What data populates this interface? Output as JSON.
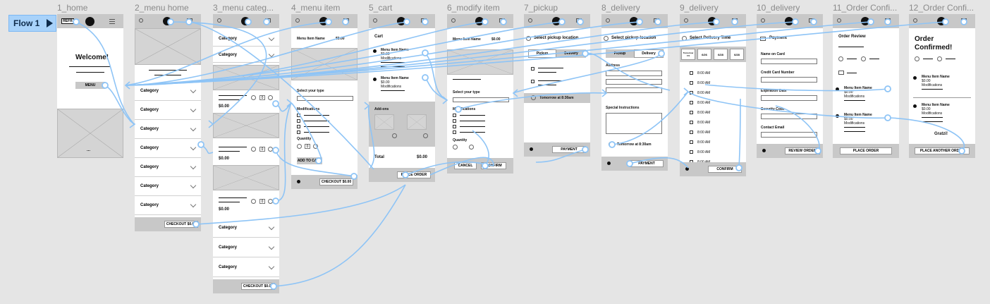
{
  "flow": {
    "label": "Flow 1"
  },
  "frames": [
    {
      "label": "1_home"
    },
    {
      "label": "2_menu home"
    },
    {
      "label": "3_menu categ..."
    },
    {
      "label": "4_menu item"
    },
    {
      "label": "5_cart"
    },
    {
      "label": "6_modify item"
    },
    {
      "label": "7_pickup"
    },
    {
      "label": "8_delivery"
    },
    {
      "label": "9_delivery"
    },
    {
      "label": "10_delivery"
    },
    {
      "label": "11_Order Confi..."
    },
    {
      "label": "12_Order Confi..."
    }
  ],
  "home": {
    "ref": "REFR",
    "welcome": "Welcome!",
    "menu_button": "MENU",
    "more": "..."
  },
  "menu_home": {
    "category": "Category",
    "checkout": "CHECKOUT $0.00"
  },
  "menu_categ": {
    "category": "Category",
    "price": "$0.00",
    "qty": "0",
    "checkout": "CHECKOUT $0.00"
  },
  "menu_item": {
    "item_name": "Menu Item Name",
    "price": "$0.00",
    "select_type": "Select your type",
    "modifications": "Modifications",
    "quantity": "Quantity",
    "qty": "0",
    "add_to_cart": "ADD TO CART",
    "checkout": "CHECKOUT $0.00"
  },
  "cart": {
    "title": "Cart",
    "item_name": "Menu Item Name",
    "price": "$0.00",
    "modifications": "Modifications",
    "addons": "Add-ons",
    "total": "Total",
    "total_value": "$0.00",
    "place_order": "PLACE ORDER"
  },
  "modify_item": {
    "item_name": "Menu Item Name",
    "price": "$0.00",
    "select_type": "Select your type",
    "modifications": "Modifications",
    "quantity": "Quantity",
    "cancel": "CANCEL",
    "confirm": "CONFIRM"
  },
  "pickup": {
    "title": "Select pickup location",
    "tab_pickup": "Pickup",
    "tab_delivery": "Delivery",
    "time": "Tomorrow at 8:30am",
    "payment": "PAYMENT"
  },
  "delivery8": {
    "title": "Select pickup location",
    "tab_pickup": "Pickup",
    "tab_delivery": "Delivery",
    "address": "Address",
    "special": "Special Instructions",
    "time": "Tomorrow at 8:30am",
    "payment": "PAYMENT"
  },
  "delivery9": {
    "title": "Select Delivery Time",
    "days": [
      "Tomorrow 7/4",
      "6/26",
      "6/28",
      "6/28"
    ],
    "times": [
      "8:00 AM",
      "8:00 AM",
      "8:00 AM",
      "8:00 AM",
      "8:00 AM",
      "8:00 AM",
      "8:00 AM",
      "8:00 AM",
      "8:00 AM",
      "8:00 AM"
    ],
    "confirm": "CONFIRM"
  },
  "delivery10": {
    "title": "Payment",
    "name_on_card": "Name on Card",
    "card_number": "Credit Card Number",
    "expiration": "Expiration Date",
    "security": "Security Code",
    "email": "Contact Email",
    "review": "REVIEW ORDER"
  },
  "confirm11": {
    "title": "Order Review",
    "item_name": "Menu Item Name",
    "price": "$0.00",
    "modifications": "Modifications",
    "place_order": "PLACE ORDER"
  },
  "confirm12": {
    "title": "Order Confirmed!",
    "item_name": "Menu Item Name",
    "price": "$0.00",
    "modifications": "Modifications",
    "gratzi": "Gratzi!",
    "place_another": "PLACE ANOTHER ORDER"
  },
  "colors": {
    "background": "#e5e5e5",
    "wire": "#8ec4f6",
    "flow": "#a8d2fa",
    "header": "#c8c8c8"
  }
}
